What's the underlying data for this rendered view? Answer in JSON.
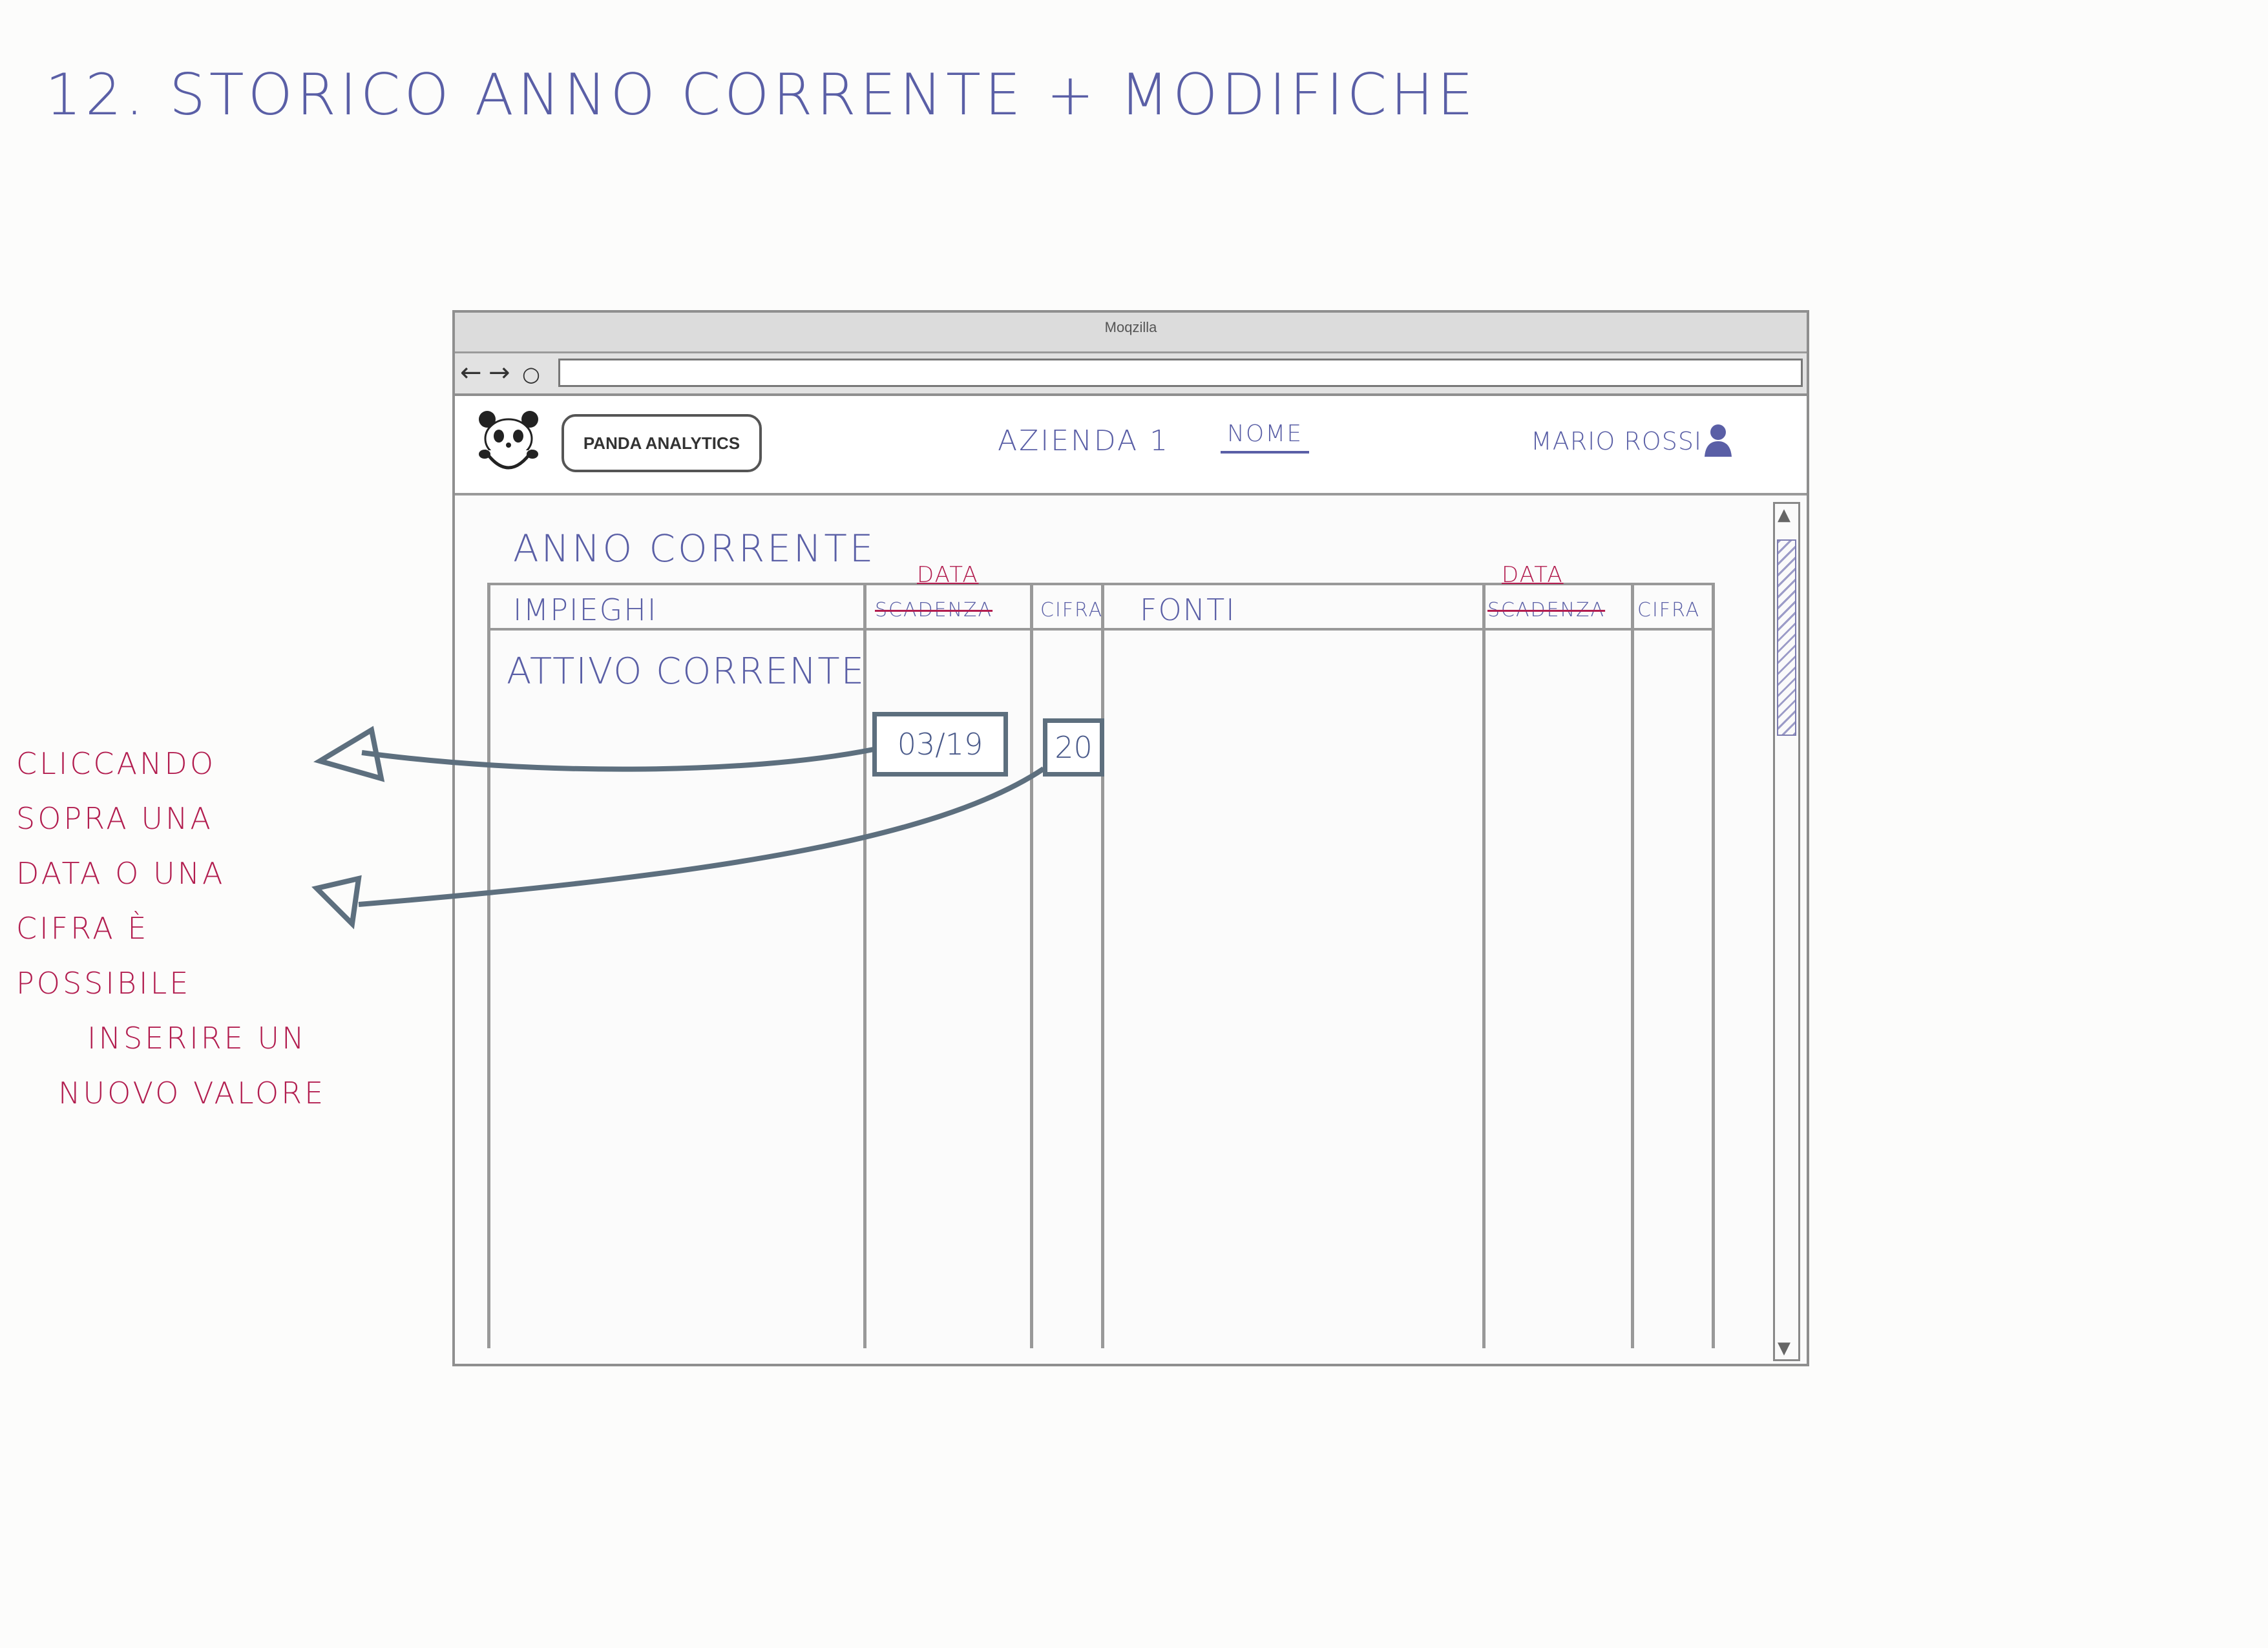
{
  "page": {
    "title_number": "12.",
    "title": "STORICO ANNO CORRENTE + MODIFICHE"
  },
  "browser": {
    "window_title": "Moqzilla",
    "nav": {
      "back": "←",
      "forward": "→",
      "reload": "○"
    },
    "address": ""
  },
  "app": {
    "brand": "PANDA ANALYTICS",
    "company_label": "AZIENDA 1",
    "company_field": "NOME",
    "user_name": "MARIO ROSSI"
  },
  "main": {
    "section_title": "ANNO CORRENTE",
    "columns": {
      "uses": "IMPIEGHI",
      "uses_date_struck": "SCADENZA",
      "uses_date_new": "DATA",
      "uses_amount": "CIFRA",
      "sources": "FONTI",
      "sources_date_struck": "SCADENZA",
      "sources_date_new": "DATA",
      "sources_amount": "CIFRA"
    },
    "first_row_label": "ATTIVO CORRENTE",
    "edit_date_value": "03/19",
    "edit_amount_value": "20"
  },
  "annotation": {
    "lines": [
      "CLICCANDO",
      "SOPRA UNA",
      "DATA O UNA",
      "CIFRA È",
      "POSSIBILE",
      "INSERIRE UN",
      "NUOVO VALORE"
    ]
  },
  "colors": {
    "pen_blue": "#5a5fa6",
    "pen_red": "#b21d4f",
    "arrow_gray": "#5d6f7e"
  }
}
